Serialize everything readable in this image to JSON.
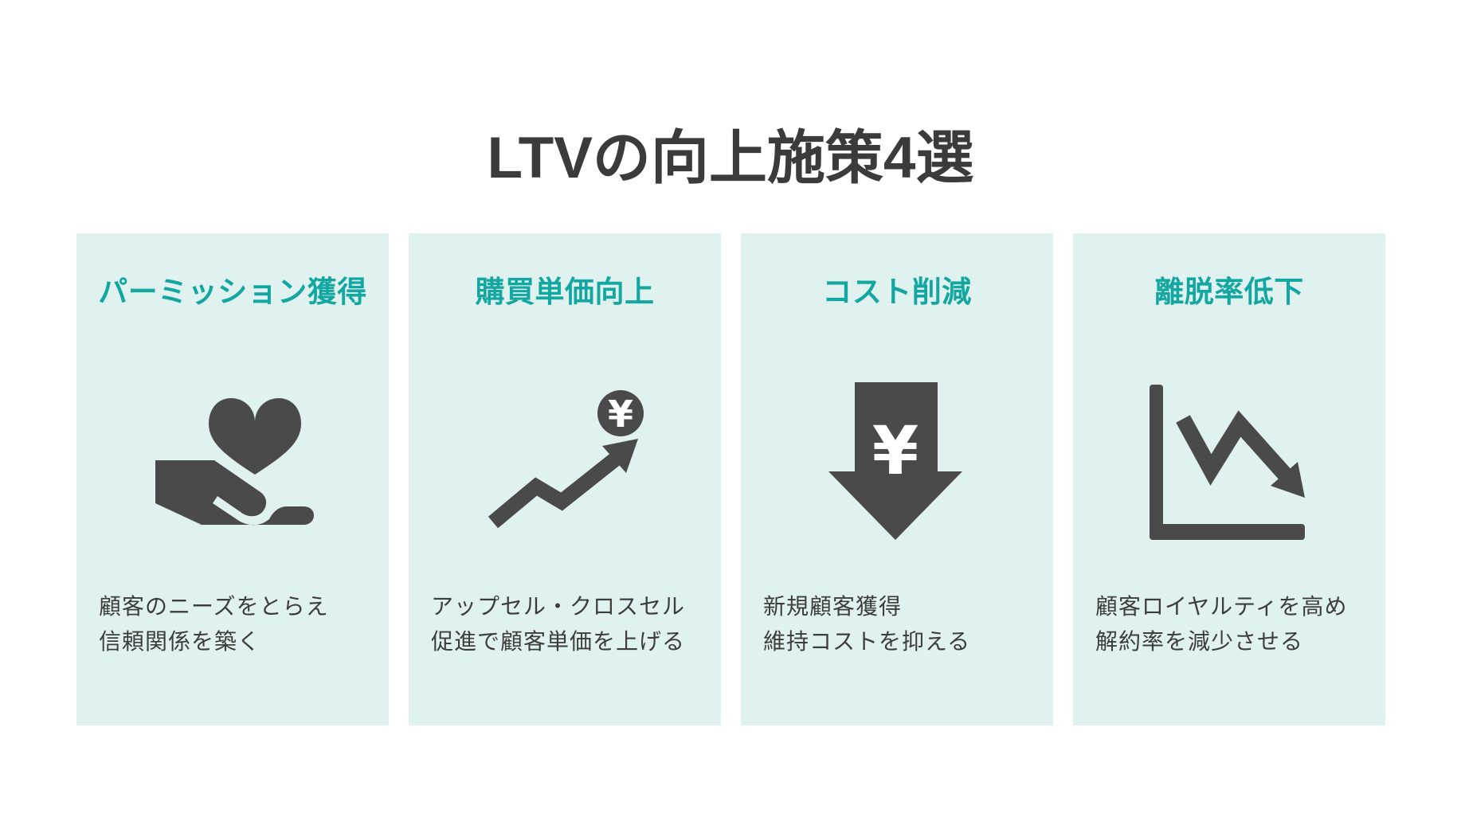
{
  "title": "LTVの向上施策4選",
  "colors": {
    "background": "#ffffff",
    "card_background": "#e0f2f0",
    "accent_teal": "#14a7a1",
    "icon_gray": "#4a4a4a",
    "title_gray": "#3b3b3b",
    "body_text": "#3d3d3d"
  },
  "icons": {
    "yen_symbol": "¥"
  },
  "cards": [
    {
      "icon": "hand-holding-heart-icon",
      "heading": "パーミッション獲得",
      "description_line1": "顧客のニーズをとらえ",
      "description_line2": "信頼関係を築く"
    },
    {
      "icon": "upward-trend-yen-icon",
      "heading": "購買単価向上",
      "description_line1": "アップセル・クロスセル",
      "description_line2": "促進で顧客単価を上げる"
    },
    {
      "icon": "yen-down-arrow-icon",
      "heading": "コスト削減",
      "description_line1": "新規顧客獲得",
      "description_line2": "維持コストを抑える"
    },
    {
      "icon": "declining-graph-icon",
      "heading": "離脱率低下",
      "description_line1": "顧客ロイヤルティを高め",
      "description_line2": "解約率を減少させる"
    }
  ]
}
